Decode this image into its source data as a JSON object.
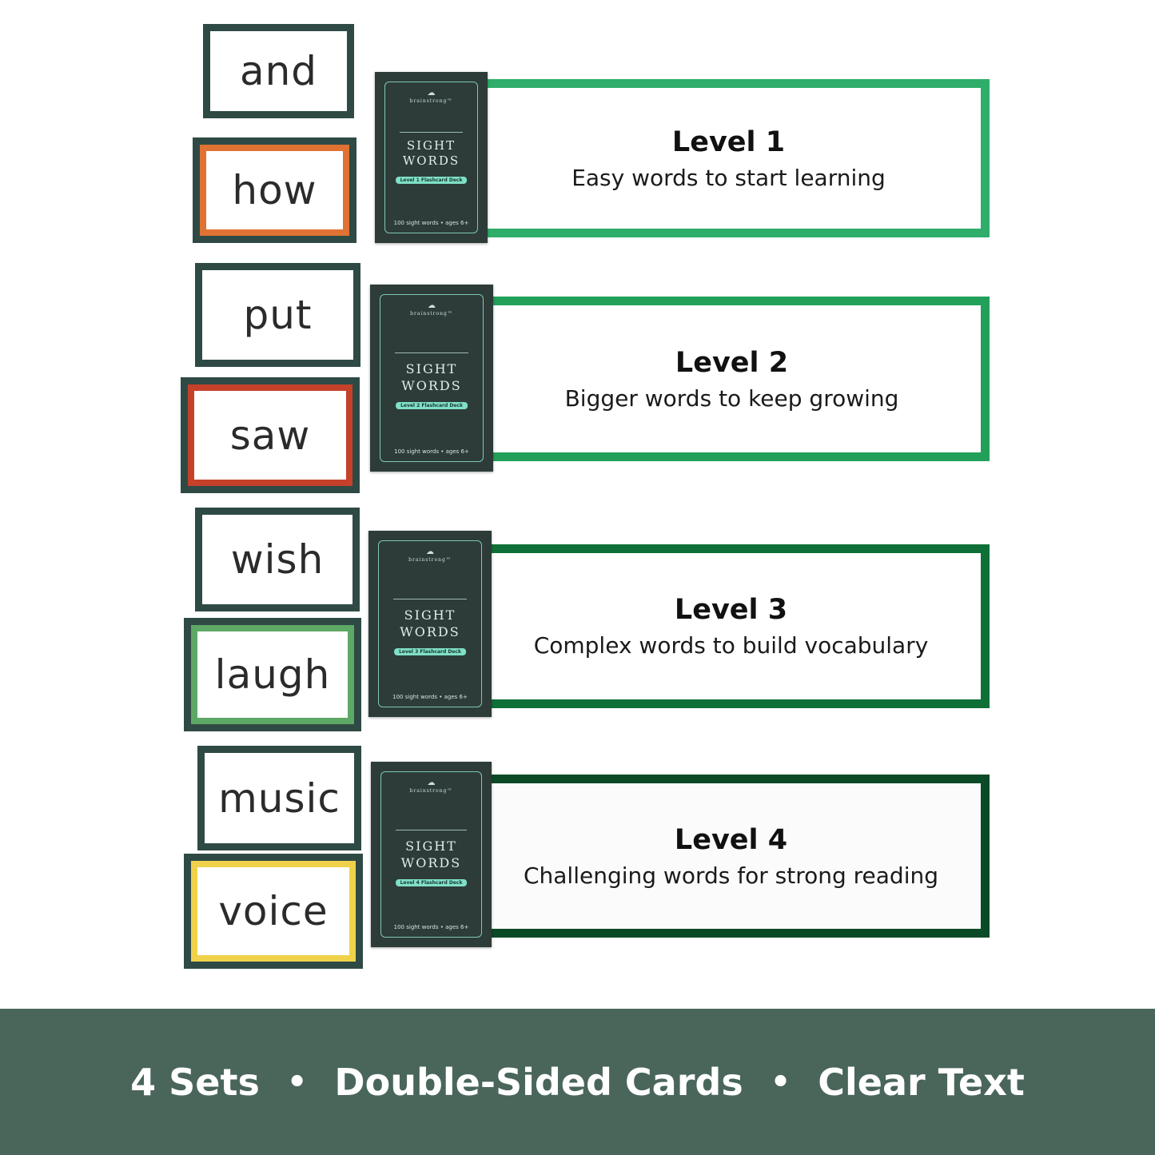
{
  "cards": [
    {
      "word": "and",
      "color": "#2f4a45"
    },
    {
      "word": "how",
      "color": "#e07233"
    },
    {
      "word": "put",
      "color": "#2f4a45"
    },
    {
      "word": "saw",
      "color": "#c5412a"
    },
    {
      "word": "wish",
      "color": "#2f4a45"
    },
    {
      "word": "laugh",
      "color": "#5da865"
    },
    {
      "word": "music",
      "color": "#2f4a45"
    },
    {
      "word": "voice",
      "color": "#f0d24a"
    }
  ],
  "decks": [
    {
      "brand": "brainstrong™",
      "title_line1": "SIGHT",
      "title_line2": "WORDS",
      "pill": "Level 1 Flashcard Deck",
      "footer": "100 sight words • ages 6+"
    },
    {
      "brand": "brainstrong™",
      "title_line1": "SIGHT",
      "title_line2": "WORDS",
      "pill": "Level 2 Flashcard Deck",
      "footer": "100 sight words • ages 6+"
    },
    {
      "brand": "brainstrong™",
      "title_line1": "SIGHT",
      "title_line2": "WORDS",
      "pill": "Level 3 Flashcard Deck",
      "footer": "100 sight words • ages 6+"
    },
    {
      "brand": "brainstrong™",
      "title_line1": "SIGHT",
      "title_line2": "WORDS",
      "pill": "Level 4 Flashcard Deck",
      "footer": "100 sight words • ages 6+"
    }
  ],
  "levels": [
    {
      "title": "Level 1",
      "description": "Easy words to start learning",
      "border_color": "#2eae6a"
    },
    {
      "title": "Level 2",
      "description": "Bigger words to keep growing",
      "border_color": "#22a05a"
    },
    {
      "title": "Level 3",
      "description": "Complex words to build vocabulary",
      "border_color": "#0e7037"
    },
    {
      "title": "Level 4",
      "description": "Challenging words for strong reading",
      "border_color": "#0b4a27"
    }
  ],
  "footer": {
    "item1": "4 Sets",
    "item2": "Double-Sided Cards",
    "item3": "Clear Text",
    "separator": "•"
  },
  "colors": {
    "footer_bg": "#4a665b",
    "card_frame": "#2f4a45",
    "deck_bg": "#2d3c39"
  }
}
